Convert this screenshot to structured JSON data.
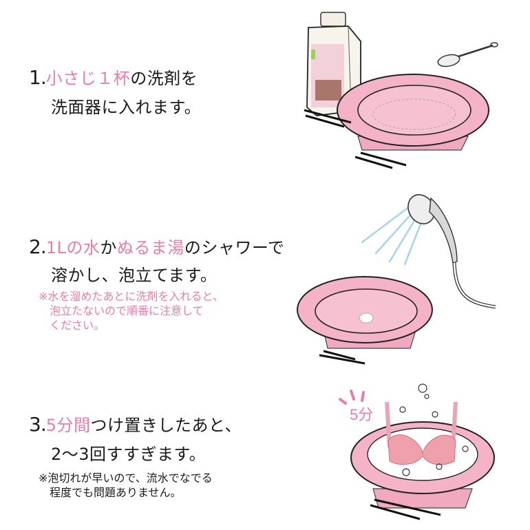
{
  "colors": {
    "accent_pink": "#e77ea8",
    "text": "#1a1a1a",
    "basin_pink": "#f4b3c7",
    "water_blue": "#a8d4e6"
  },
  "steps": [
    {
      "number": "1.",
      "line1": [
        {
          "text": "小さじ１杯",
          "highlight": true
        },
        {
          "text": "の洗剤を",
          "highlight": false
        }
      ],
      "line2": "洗面器に入れます。",
      "illustration": "detergent-bottle-spoon-basin"
    },
    {
      "number": "2.",
      "line1": [
        {
          "text": "1Lの水",
          "highlight": true
        },
        {
          "text": "か",
          "highlight": false
        },
        {
          "text": "ぬるま湯",
          "highlight": true
        },
        {
          "text": "のシャワーで",
          "highlight": false
        }
      ],
      "line2": "溶かし、泡立てます。",
      "note": [
        "※水を溜めたあとに洗剤を入れると、",
        "　泡立たないので順番に注意して",
        "　ください。"
      ],
      "illustration": "shower-head-basin"
    },
    {
      "number": "3.",
      "line1": [
        {
          "text": "5分間",
          "highlight": true
        },
        {
          "text": "つけ置きしたあと、",
          "highlight": false
        }
      ],
      "line2": "2〜3回すすぎます。",
      "note": [
        "※泡切れが早いので、流水でなでる",
        "　程度でも問題ありません。"
      ],
      "badge": "5分",
      "illustration": "bra-soaking-basin"
    }
  ]
}
